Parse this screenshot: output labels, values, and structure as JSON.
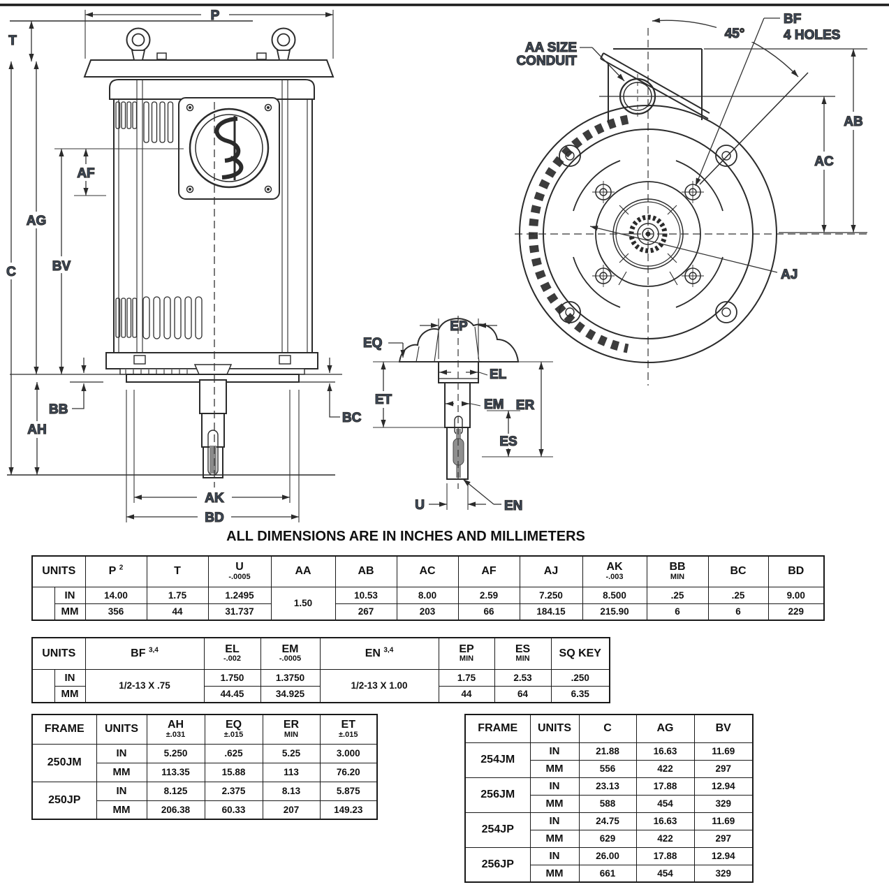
{
  "page": {
    "note": "ALL DIMENSIONS ARE IN INCHES AND MILLIMETERS"
  },
  "units": {
    "in": "IN",
    "mm": "MM"
  },
  "colors": {
    "label": "#3e4f66",
    "line": "#2b2b2b",
    "table_text": "#111111"
  },
  "dims": {
    "p": "P",
    "t": "T",
    "c": "C",
    "ag": "AG",
    "bv": "BV",
    "af": "AF",
    "bb": "BB",
    "ah": "AH",
    "ak": "AK",
    "bd": "BD",
    "bc": "BC",
    "aa_line1": "AA SIZE",
    "aa_line2": "CONDUIT",
    "angle": "45°",
    "bf": "BF",
    "bf_holes": "4 HOLES",
    "ab": "AB",
    "ac": "AC",
    "aj": "AJ",
    "ep": "EP",
    "eq": "EQ",
    "el": "EL",
    "et": "ET",
    "em": "EM",
    "er": "ER",
    "es": "ES",
    "u": "U",
    "en": "EN"
  },
  "table1": {
    "h_units": "UNITS",
    "h_p": "P",
    "h_p_sup": "2",
    "h_t": "T",
    "h_u": "U",
    "h_u_sub": "-.0005",
    "h_aa": "AA",
    "h_ab": "AB",
    "h_ac": "AC",
    "h_af": "AF",
    "h_aj": "AJ",
    "h_ak": "AK",
    "h_ak_sub": "-.003",
    "h_bb": "BB",
    "h_bb_sub": "MIN",
    "h_bc": "BC",
    "h_bd": "BD",
    "aa_both": "1.50",
    "in": {
      "p": "14.00",
      "t": "1.75",
      "u": "1.2495",
      "ab": "10.53",
      "ac": "8.00",
      "af": "2.59",
      "aj": "7.250",
      "ak": "8.500",
      "bb": ".25",
      "bc": ".25",
      "bd": "9.00"
    },
    "mm": {
      "p": "356",
      "t": "44",
      "u": "31.737",
      "ab": "267",
      "ac": "203",
      "af": "66",
      "aj": "184.15",
      "ak": "215.90",
      "bb": "6",
      "bc": "6",
      "bd": "229"
    }
  },
  "table2": {
    "h_units": "UNITS",
    "h_bf": "BF",
    "h_bf_sup": "3,4",
    "h_el": "EL",
    "h_el_sub": "-.002",
    "h_em": "EM",
    "h_em_sub": "-.0005",
    "h_en": "EN",
    "h_en_sup": "3,4",
    "h_ep": "EP",
    "h_ep_sub": "MIN",
    "h_es": "ES",
    "h_es_sub": "MIN",
    "h_sq": "SQ KEY",
    "bf_both": "1/2-13 X .75",
    "en_both": "1/2-13 X 1.00",
    "in": {
      "el": "1.750",
      "em": "1.3750",
      "ep": "1.75",
      "es": "2.53",
      "sq": ".250"
    },
    "mm": {
      "el": "44.45",
      "em": "34.925",
      "ep": "44",
      "es": "64",
      "sq": "6.35"
    }
  },
  "table3": {
    "h_frame": "FRAME",
    "h_units": "UNITS",
    "h_ah": "AH",
    "h_ah_sub": "±.031",
    "h_eq": "EQ",
    "h_eq_sub": "±.015",
    "h_er": "ER",
    "h_er_sub": "MIN",
    "h_et": "ET",
    "h_et_sub": "±.015",
    "r0": {
      "frame": "250JM",
      "in": {
        "ah": "5.250",
        "eq": ".625",
        "er": "5.25",
        "et": "3.000"
      },
      "mm": {
        "ah": "113.35",
        "eq": "15.88",
        "er": "113",
        "et": "76.20"
      }
    },
    "r1": {
      "frame": "250JP",
      "in": {
        "ah": "8.125",
        "eq": "2.375",
        "er": "8.13",
        "et": "5.875"
      },
      "mm": {
        "ah": "206.38",
        "eq": "60.33",
        "er": "207",
        "et": "149.23"
      }
    }
  },
  "table4": {
    "h_frame": "FRAME",
    "h_units": "UNITS",
    "h_c": "C",
    "h_ag": "AG",
    "h_bv": "BV",
    "r0": {
      "frame": "254JM",
      "in": {
        "c": "21.88",
        "ag": "16.63",
        "bv": "11.69"
      },
      "mm": {
        "c": "556",
        "ag": "422",
        "bv": "297"
      }
    },
    "r1": {
      "frame": "256JM",
      "in": {
        "c": "23.13",
        "ag": "17.88",
        "bv": "12.94"
      },
      "mm": {
        "c": "588",
        "ag": "454",
        "bv": "329"
      }
    },
    "r2": {
      "frame": "254JP",
      "in": {
        "c": "24.75",
        "ag": "16.63",
        "bv": "11.69"
      },
      "mm": {
        "c": "629",
        "ag": "422",
        "bv": "297"
      }
    },
    "r3": {
      "frame": "256JP",
      "in": {
        "c": "26.00",
        "ag": "17.88",
        "bv": "12.94"
      },
      "mm": {
        "c": "661",
        "ag": "454",
        "bv": "329"
      }
    }
  }
}
